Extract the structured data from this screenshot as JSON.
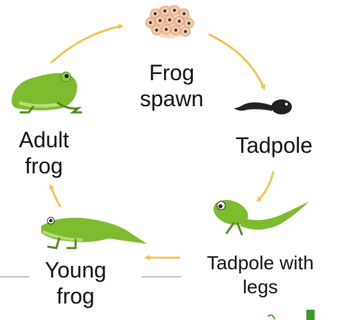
{
  "stages": {
    "frog_spawn": "Frog\nspawn",
    "tadpole": "Tadpole",
    "tadpole_with_legs": "Tadpole with\nlegs",
    "young_frog": "Young\nfrog",
    "adult_frog": "Adult\nfrog"
  },
  "icons": {
    "frog_spawn": "frog-spawn-icon",
    "tadpole": "tadpole-icon",
    "tadpole_with_legs": "tadpole-with-legs-icon",
    "young_frog": "young-frog-icon",
    "adult_frog": "adult-frog-icon"
  },
  "colors": {
    "arrow": "#f6c04a",
    "frog_green": "#7cbc2e",
    "frog_dark": "#4c8a1e",
    "egg": "#f2c9a8",
    "tadpole": "#222222"
  }
}
